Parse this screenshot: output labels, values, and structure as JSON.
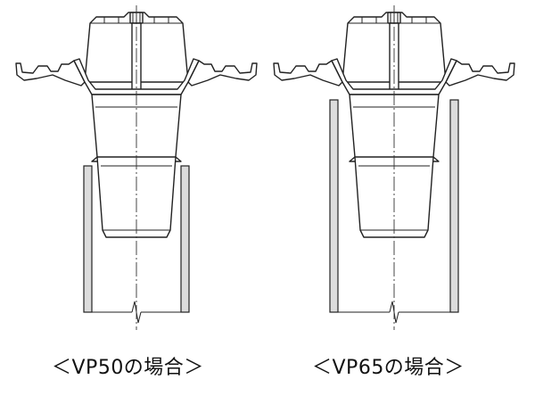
{
  "diagram": {
    "panels": [
      {
        "id": "vp50",
        "caption": "＜VP50の場合＞"
      },
      {
        "id": "vp65",
        "caption": "＜VP65の場合＞"
      }
    ]
  }
}
